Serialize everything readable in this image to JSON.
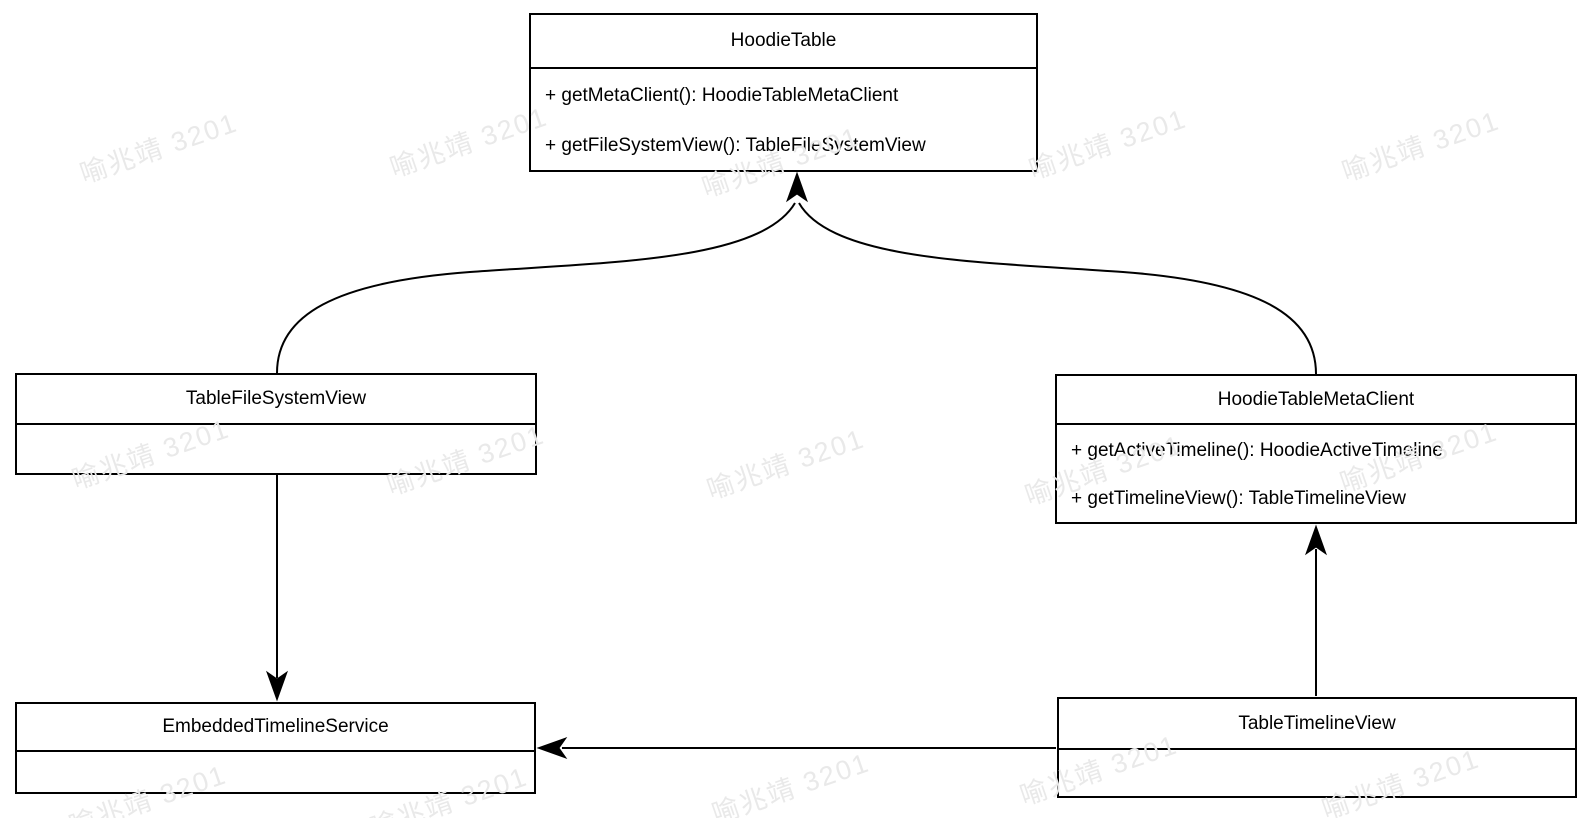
{
  "diagram": {
    "type": "uml-class-diagram",
    "classes": [
      {
        "name": "HoodieTable",
        "methods": [
          "+ getMetaClient(): HoodieTableMetaClient",
          "+ getFileSystemView(): TableFileSystemView"
        ]
      },
      {
        "name": "TableFileSystemView",
        "methods": []
      },
      {
        "name": "HoodieTableMetaClient",
        "methods": [
          "+ getActiveTimeline(): HoodieActiveTimeline",
          "+ getTimelineView(): TableTimelineView"
        ]
      },
      {
        "name": "EmbeddedTimelineService",
        "methods": []
      },
      {
        "name": "TableTimelineView",
        "methods": []
      }
    ],
    "edges": [
      {
        "from": "TableFileSystemView",
        "to": "HoodieTable",
        "style": "curved, filled arrowhead at HoodieTable bottom center"
      },
      {
        "from": "HoodieTableMetaClient",
        "to": "HoodieTable",
        "style": "curved, shares arrowhead at HoodieTable bottom center"
      },
      {
        "from": "TableFileSystemView",
        "to": "EmbeddedTimelineService",
        "style": "straight vertical, arrowhead down"
      },
      {
        "from": "TableTimelineView",
        "to": "HoodieTableMetaClient",
        "style": "straight vertical, arrowhead up"
      },
      {
        "from": "TableTimelineView",
        "to": "EmbeddedTimelineService",
        "style": "straight horizontal, arrowhead left"
      }
    ]
  },
  "watermark": {
    "text": "喻兆靖 3201",
    "color": "#e9e9e9"
  },
  "colors": {
    "background": "#ffffff",
    "line": "#000000",
    "box_fill": "#ffffff",
    "text": "#000000"
  }
}
